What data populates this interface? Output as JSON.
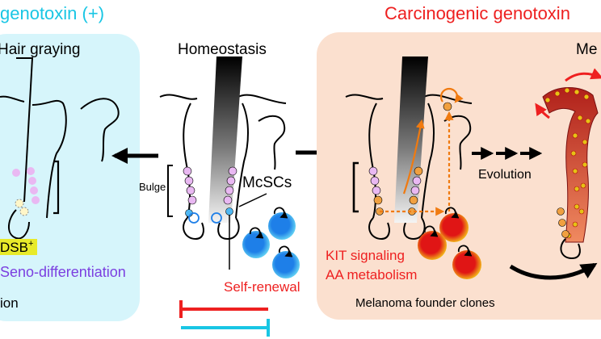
{
  "header": {
    "left_title": "genotoxin (+)",
    "right_title": "Carcinogenic genotoxin",
    "left_color": "#19c6e4",
    "right_color": "#ee2020"
  },
  "left_panel": {
    "title": "Hair graying",
    "badge": "DSB",
    "badge_sup": "+",
    "badge_color": "#e8ea2a",
    "seno_label": "Seno-differentiation",
    "seno_color": "#7b3fe0",
    "bottom_label": "ion",
    "bg_color": "#d6f5fb"
  },
  "center_panel": {
    "title": "Homeostasis",
    "bulge_label": "Bulge",
    "mcsc_label": "McSCs",
    "self_renewal_label": "Self-renewal",
    "self_renewal_color": "#ee2020",
    "bar_red_color": "#ee2020",
    "bar_cyan_color": "#19c6e4"
  },
  "right_panel": {
    "title_partial": "Me",
    "evolution_label": "Evolution",
    "kit_label": "KIT signaling",
    "aa_label": "AA metabolism",
    "founder_label": "Melanoma founder clones",
    "bg_color": "#fbe0cf"
  },
  "colors": {
    "stem_cell_blue": "#1e7fe8",
    "stem_cell_glow": "#6fe0f5",
    "clone_red": "#e01515",
    "clone_glow": "#f5d21a",
    "bulge_pink": "#e9b8f2",
    "arrow_orange": "#f07a10"
  }
}
